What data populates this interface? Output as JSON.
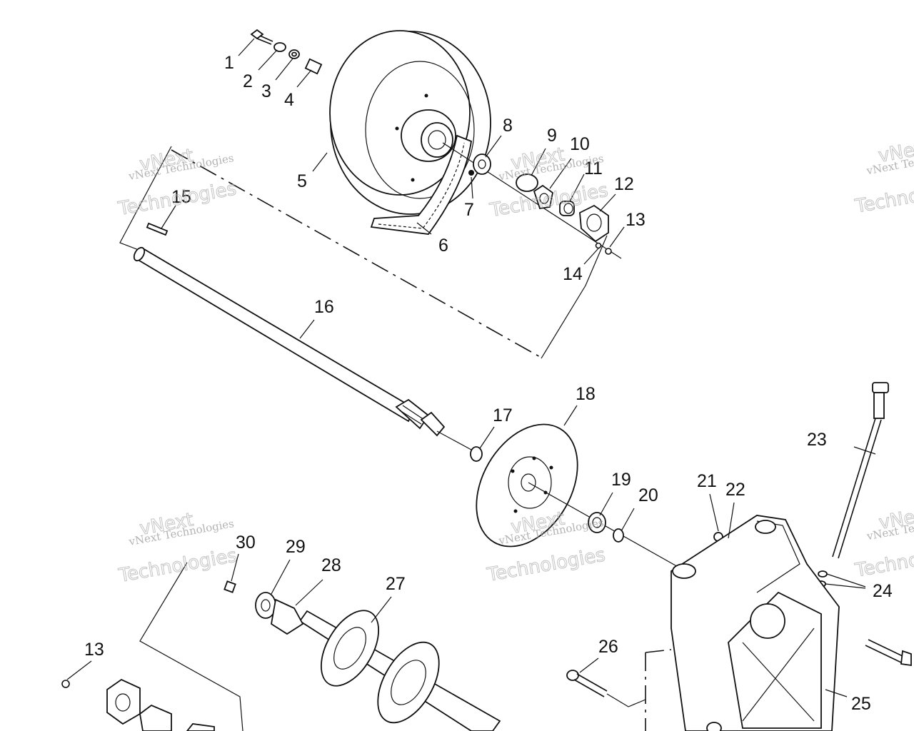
{
  "watermark": {
    "line1": "vNext",
    "line2": "vNext Technologies",
    "line3": "Technologies"
  },
  "callouts": [
    "1",
    "2",
    "3",
    "4",
    "5",
    "6",
    "7",
    "8",
    "9",
    "10",
    "11",
    "12",
    "13",
    "14",
    "15",
    "16",
    "17",
    "18",
    "19",
    "20",
    "21",
    "22",
    "23",
    "24",
    "25",
    "26",
    "27",
    "28",
    "29",
    "30",
    "13"
  ]
}
